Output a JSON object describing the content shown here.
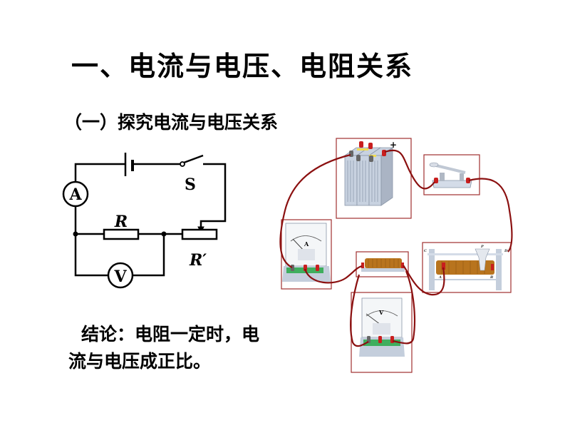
{
  "slide": {
    "title": "一、电流与电压、电阻关系",
    "subtitle": "（一）探究电流与电压关系",
    "conclusion": {
      "line1": "结论：电阻一定时，电",
      "line2": "流与电压成正比。"
    }
  },
  "circuit_diagram": {
    "ammeter_label": "A",
    "voltmeter_label": "V",
    "switch_label": "S",
    "resistor_label": "R",
    "rheostat_label": "R′"
  },
  "apparatus": {
    "battery_plus": "+",
    "ammeter_unit": "A",
    "voltmeter_unit": "V",
    "rheostat_terminals": [
      "C",
      "D",
      "A",
      "B",
      "P"
    ],
    "colors": {
      "frame": "#a03030",
      "wire": "#8b1010",
      "terminal": "#c81e1e",
      "coil": "#b8741e"
    }
  }
}
